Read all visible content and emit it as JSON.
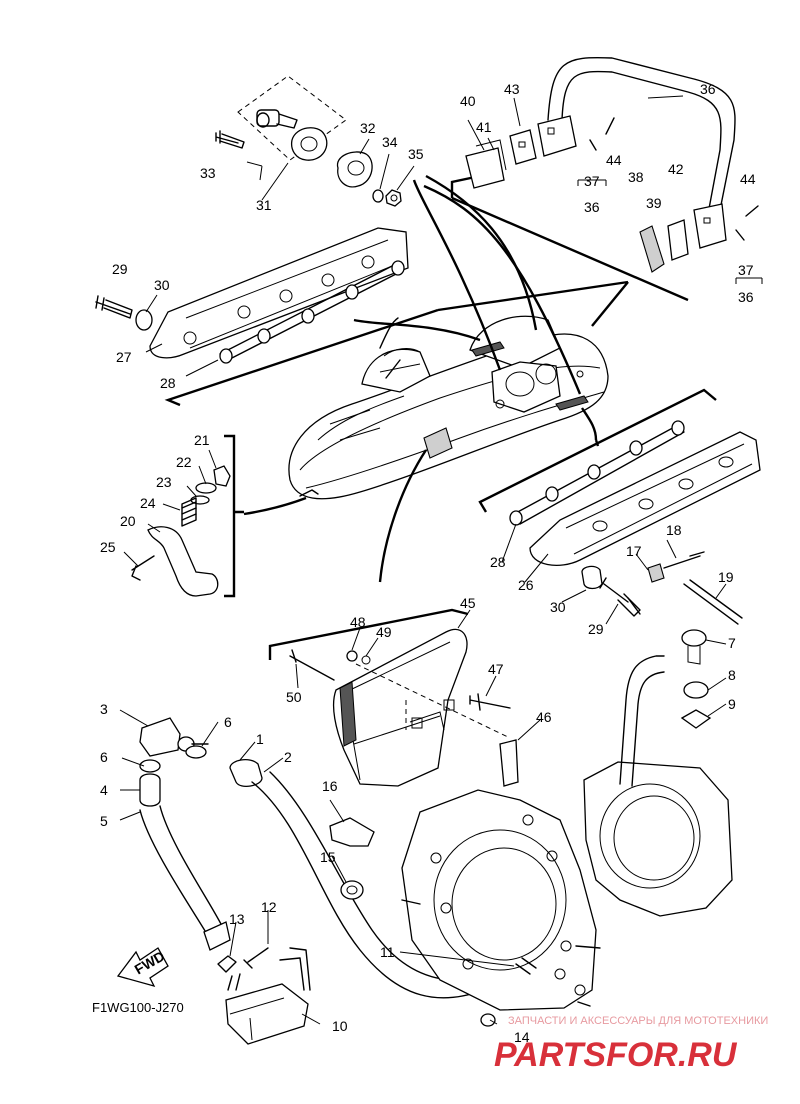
{
  "diagram": {
    "code": "F1WG100-J270",
    "fwd_label": "FWD",
    "callouts": {
      "c1": "1",
      "c2": "2",
      "c3": "3",
      "c4": "4",
      "c5": "5",
      "c6a": "6",
      "c6b": "6",
      "c7": "7",
      "c8": "8",
      "c9": "9",
      "c10": "10",
      "c11": "11",
      "c12": "12",
      "c13": "13",
      "c14": "14",
      "c15": "15",
      "c16": "16",
      "c17": "17",
      "c18": "18",
      "c19": "19",
      "c20": "20",
      "c21": "21",
      "c22": "22",
      "c23": "23",
      "c24": "24",
      "c25": "25",
      "c26": "26",
      "c27": "27",
      "c28a": "28",
      "c28b": "28",
      "c29a": "29",
      "c29b": "29",
      "c30a": "30",
      "c30b": "30",
      "c31": "31",
      "c32": "32",
      "c33": "33",
      "c34": "34",
      "c35": "35",
      "c36a": "36",
      "c36b": "36",
      "c36c": "36",
      "c37a": "37",
      "c37b": "37",
      "c38": "38",
      "c39": "39",
      "c40": "40",
      "c41": "41",
      "c42": "42",
      "c43": "43",
      "c44a": "44",
      "c44b": "44",
      "c45": "45",
      "c46": "46",
      "c47": "47",
      "c48": "48",
      "c49": "49",
      "c50": "50"
    }
  },
  "watermark": {
    "tagline": "ЗАПЧАСТИ И АКСЕССУАРЫ ДЛЯ МОТОТЕХНИКИ",
    "logo": "PARTSFOR.RU",
    "color": "#d8303a"
  }
}
